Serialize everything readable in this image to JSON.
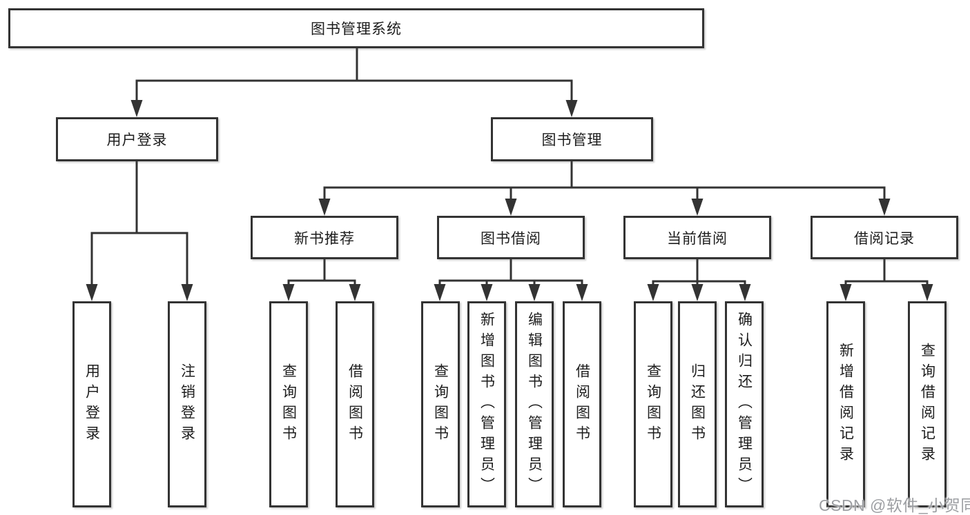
{
  "diagram": {
    "root": {
      "label": "图书管理系统"
    },
    "branches": [
      {
        "label": "用户登录",
        "parent": "图书管理系统"
      },
      {
        "label": "图书管理",
        "parent": "图书管理系统"
      }
    ],
    "modules": [
      {
        "label": "新书推荐",
        "parent": "图书管理"
      },
      {
        "label": "图书借阅",
        "parent": "图书管理"
      },
      {
        "label": "当前借阅",
        "parent": "图书管理"
      },
      {
        "label": "借阅记录",
        "parent": "图书管理"
      }
    ],
    "leaves": [
      {
        "label": "用户登录",
        "parent": "用户登录"
      },
      {
        "label": "注销登录",
        "parent": "用户登录"
      },
      {
        "label": "查询图书",
        "parent": "新书推荐"
      },
      {
        "label": "借阅图书",
        "parent": "新书推荐"
      },
      {
        "label": "查询图书",
        "parent": "图书借阅"
      },
      {
        "label": "新增图书（管理员）",
        "parent": "图书借阅"
      },
      {
        "label": "编辑图书（管理员）",
        "parent": "图书借阅"
      },
      {
        "label": "借阅图书",
        "parent": "图书借阅"
      },
      {
        "label": "查询图书",
        "parent": "当前借阅"
      },
      {
        "label": "归还图书",
        "parent": "当前借阅"
      },
      {
        "label": "确认归还（管理员）",
        "parent": "当前借阅"
      },
      {
        "label": "新增借阅记录",
        "parent": "借阅记录"
      },
      {
        "label": "查询借阅记录",
        "parent": "借阅记录"
      }
    ]
  },
  "watermark": {
    "text": "CSDN @软件_小贺同学"
  },
  "colors": {
    "line": "#333333",
    "box_border": "#333333",
    "text": "#1d1d1d",
    "background": "#ffffff",
    "watermark": "#989a9e"
  }
}
